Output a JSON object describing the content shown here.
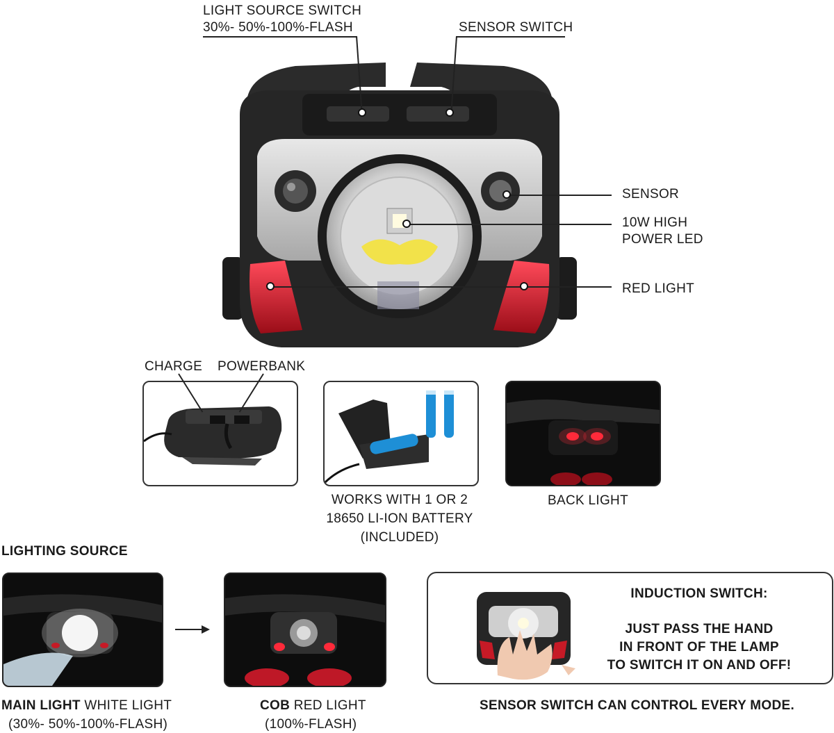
{
  "top_labels": {
    "light_source_switch_line1": "LIGHT SOURCE SWITCH",
    "light_source_switch_line2": "30%- 50%-100%-FLASH",
    "sensor_switch": "SENSOR SWITCH",
    "sensor": "SENSOR",
    "high_power_led_line1": "10W HIGH",
    "high_power_led_line2": "POWER LED",
    "red_light": "RED LIGHT"
  },
  "detail_panels": {
    "charge": "CHARGE",
    "powerbank": "POWERBANK",
    "battery_line1": "WORKS WITH 1 OR 2",
    "battery_line2": "18650 LI-ION BATTERY",
    "battery_line3": "(INCLUDED)",
    "back_light": "BACK LIGHT"
  },
  "lighting_source": {
    "heading": "LIGHTING SOURCE",
    "main_light_bold": "MAIN LIGHT",
    "main_light_rest": " WHITE LIGHT",
    "main_light_modes": "(30%- 50%-100%-FLASH)",
    "cob_bold": "COB",
    "cob_rest": " RED LIGHT",
    "cob_modes": "(100%-FLASH)"
  },
  "induction": {
    "title": "INDUCTION SWITCH:",
    "line1": "JUST PASS THE HAND",
    "line2": "IN FRONT OF THE LAMP",
    "line3": "TO SWITCH IT ON AND OFF!",
    "footer": "SENSOR SWITCH CAN CONTROL EVERY MODE."
  },
  "colors": {
    "housing": "#2a2a2a",
    "red_light": "#d11a2a",
    "led_yellow": "#f2e24a",
    "battery_blue": "#1e8fd6"
  }
}
